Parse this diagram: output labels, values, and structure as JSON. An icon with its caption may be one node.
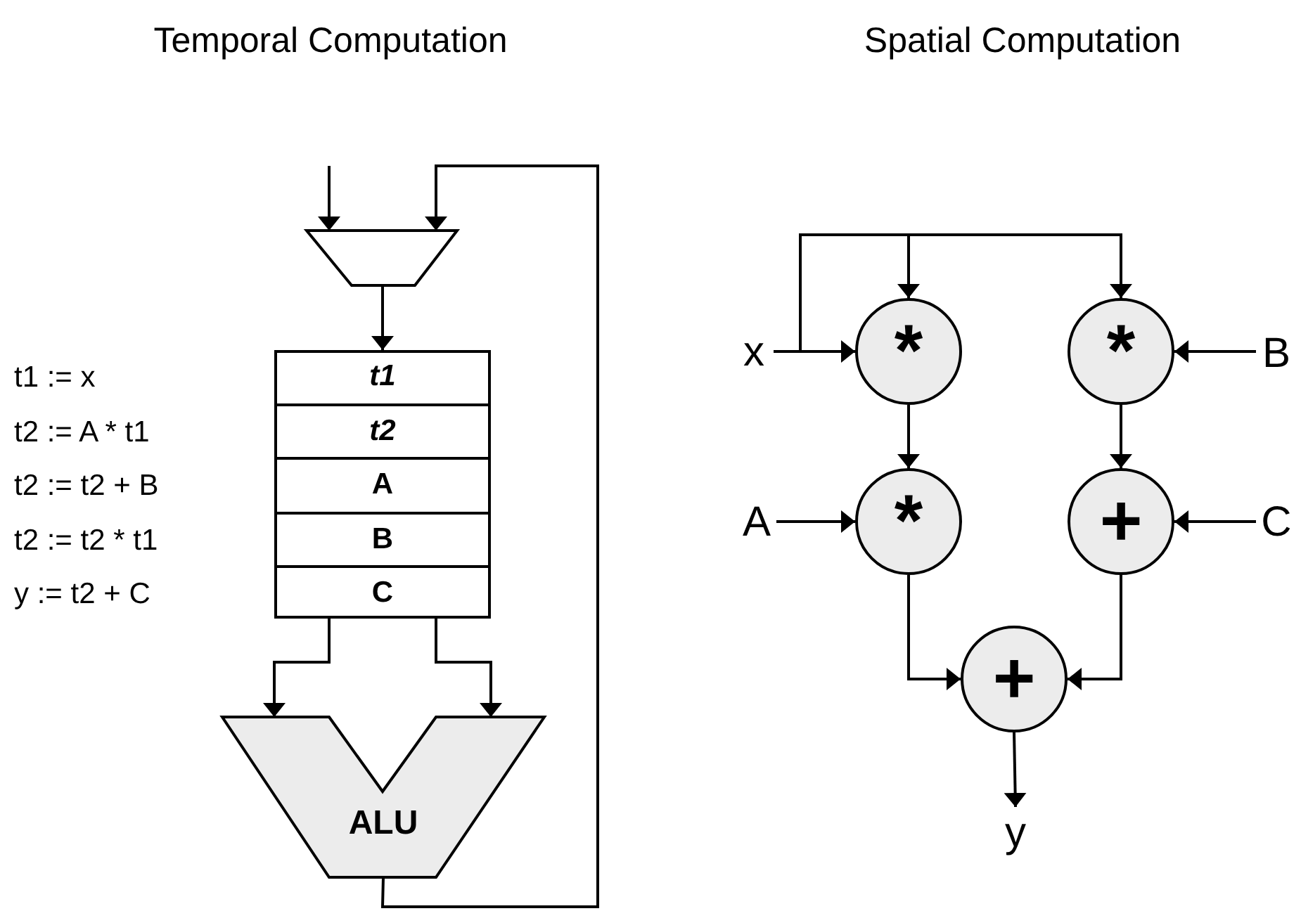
{
  "diagram": {
    "nodes": [
      {
        "text": [],
        "shape": "trapezoid"
      },
      {
        "text": [],
        "shape": "box"
      },
      {
        "text": [
          "t1"
        ],
        "in": 1
      },
      {
        "text": [
          "t2"
        ],
        "in": 1
      },
      {
        "text": [
          "A"
        ],
        "in": 1
      },
      {
        "text": [
          "B"
        ],
        "in": 1
      },
      {
        "text": [
          "C"
        ],
        "in": 1
      },
      {
        "text": [
          "ALU"
        ]
      },
      {
        "text": [
          "x"
        ]
      },
      {
        "text": [
          "*"
        ]
      },
      {
        "text": [
          "*"
        ]
      },
      {
        "text": [
          "B"
        ]
      },
      {
        "text": [
          "A"
        ]
      },
      {
        "text": [
          "*"
        ]
      },
      {
        "text": [
          "+"
        ]
      },
      {
        "text": [
          "C"
        ]
      },
      {
        "text": [
          "+"
        ]
      },
      {
        "text": [
          "y"
        ]
      }
    ],
    "edges": [
      {
        "from": null,
        "to": 0,
        "arrow": "to"
      },
      {
        "from": 7,
        "to": 0,
        "arrow": "to"
      },
      {
        "from": 0,
        "to": 1,
        "arrow": "to"
      },
      {
        "from": 1,
        "to": 7,
        "arrow": "to"
      },
      {
        "from": 1,
        "to": 7,
        "arrow": "to"
      },
      {
        "from": 8,
        "to": 9,
        "arrow": "to"
      },
      {
        "from": 8,
        "to": 9,
        "arrow": "to"
      },
      {
        "from": 8,
        "to": 10,
        "arrow": "to"
      },
      {
        "from": 11,
        "to": 10,
        "arrow": "to"
      },
      {
        "from": 9,
        "to": 13,
        "arrow": "to"
      },
      {
        "from": 12,
        "to": 13,
        "arrow": "to"
      },
      {
        "from": 10,
        "to": 14,
        "arrow": "to"
      },
      {
        "from": 15,
        "to": 14,
        "arrow": "to"
      },
      {
        "from": 13,
        "to": 16,
        "arrow": "to"
      },
      {
        "from": 14,
        "to": 16,
        "arrow": "to"
      },
      {
        "from": 16,
        "to": 17,
        "arrow": "to"
      }
    ],
    "labels": [
      "Temporal Computation",
      "Spatial Computation",
      "t1 := x",
      "t2 := A * t1",
      "t2 := t2 + B",
      "t2 := t2 * t1",
      "y := t2 + C"
    ]
  }
}
